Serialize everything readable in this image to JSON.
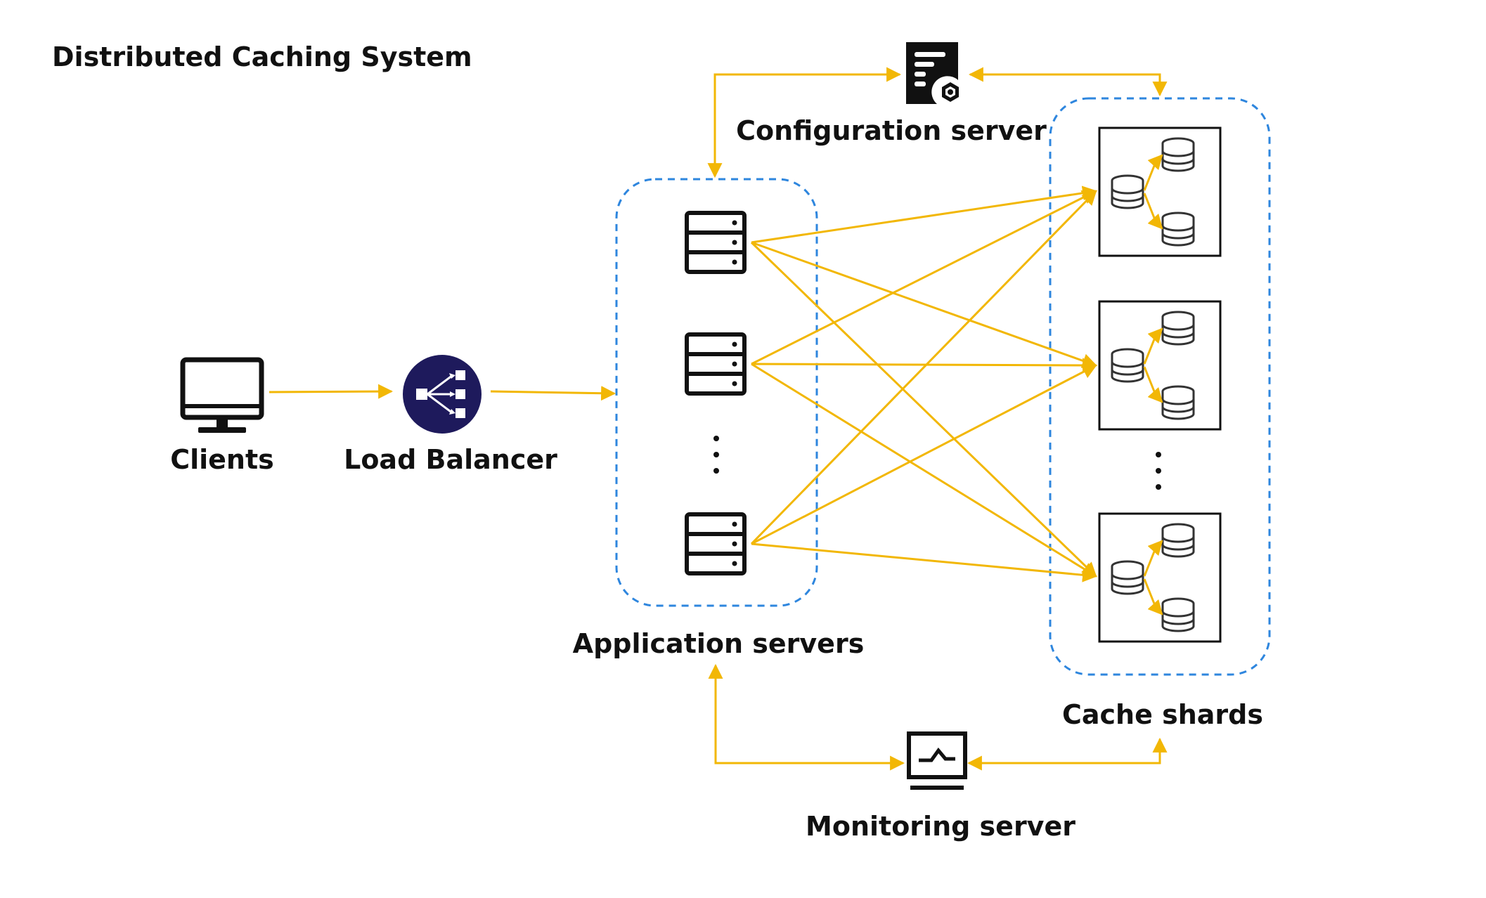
{
  "title": "Distributed Caching System",
  "nodes": {
    "clients": {
      "label": "Clients",
      "icon": "monitor-icon"
    },
    "load_balancer": {
      "label": "Load Balancer",
      "icon": "load-balancer-icon"
    },
    "application_servers": {
      "label": "Application servers",
      "icon": "server-rack-icon"
    },
    "configuration_server": {
      "label": "Configuration server",
      "icon": "config-server-icon"
    },
    "monitoring_server": {
      "label": "Monitoring server",
      "icon": "monitor-graph-icon"
    },
    "cache_shards": {
      "label": "Cache shards",
      "icon": "database-icon"
    }
  },
  "colors": {
    "arrow": "#F2B705",
    "group_border": "#2E86DE",
    "icon_dark": "#111111",
    "lb_fill": "#1E1A5C",
    "text": "#111111"
  }
}
